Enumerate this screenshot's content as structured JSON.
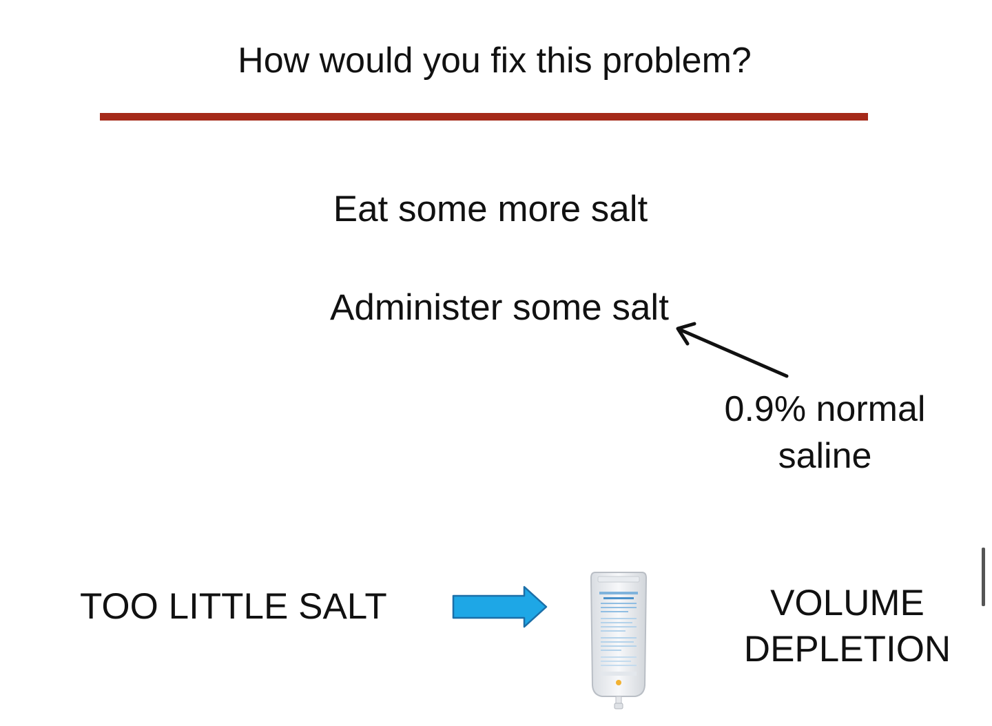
{
  "slide": {
    "title": "How would you fix this problem?",
    "accent_color": "#a52a1a",
    "options": [
      "Eat some more salt",
      "Administer some salt"
    ],
    "annotation": {
      "line1": "0.9% normal",
      "line2": "saline"
    },
    "cause": "TOO LITTLE SALT",
    "effect": {
      "line1": "VOLUME",
      "line2": "DEPLETION"
    },
    "flow_arrow_color": "#1ea7e6",
    "icons": [
      "pointer-arrow-icon",
      "right-arrow-icon",
      "iv-saline-bag-icon"
    ]
  }
}
